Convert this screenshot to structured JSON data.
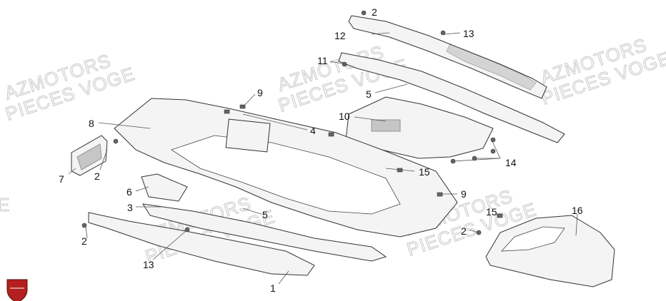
{
  "watermark": {
    "line1": "AZMOTORS",
    "line2": "PIECES VOGE"
  },
  "callouts": [
    {
      "id": "c1",
      "text": "1"
    },
    {
      "id": "c2a",
      "text": "2"
    },
    {
      "id": "c2b",
      "text": "2"
    },
    {
      "id": "c2c",
      "text": "2"
    },
    {
      "id": "c2d",
      "text": "2"
    },
    {
      "id": "c3",
      "text": "3"
    },
    {
      "id": "c4",
      "text": "4"
    },
    {
      "id": "c5a",
      "text": "5"
    },
    {
      "id": "c5b",
      "text": "5"
    },
    {
      "id": "c6",
      "text": "6"
    },
    {
      "id": "c7",
      "text": "7"
    },
    {
      "id": "c8",
      "text": "8"
    },
    {
      "id": "c9a",
      "text": "9"
    },
    {
      "id": "c9b",
      "text": "9"
    },
    {
      "id": "c10",
      "text": "10"
    },
    {
      "id": "c11",
      "text": "11"
    },
    {
      "id": "c12",
      "text": "12"
    },
    {
      "id": "c13a",
      "text": "13"
    },
    {
      "id": "c13b",
      "text": "13"
    },
    {
      "id": "c14",
      "text": "14"
    },
    {
      "id": "c15a",
      "text": "15"
    },
    {
      "id": "c15b",
      "text": "15"
    },
    {
      "id": "c16",
      "text": "16"
    }
  ],
  "colors": {
    "logo": "#b3201f",
    "watermark": "#c9c9c9",
    "line": "#333333"
  }
}
